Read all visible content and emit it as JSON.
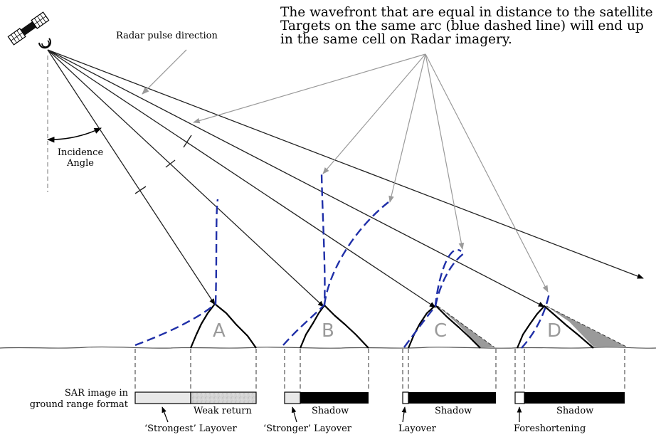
{
  "header": {
    "line1": "The wavefront that are equal in distance to the satellite",
    "line2": "Targets on the same arc (blue dashed line) will end up",
    "line3": "in the same cell on Radar imagery."
  },
  "labels": {
    "radar_pulse": "Radar pulse direction",
    "incidence_line1": "Incidence",
    "incidence_line2": "Angle",
    "sar_line1": "SAR image in",
    "sar_line2": "ground range format",
    "weak_return": "Weak return",
    "shadow": "Shadow",
    "strongest_layover": "‘Strongest’ Layover",
    "stronger_layover": "‘Stronger’ Layover",
    "layover": "Layover",
    "foreshortening": "Foreshortening"
  },
  "mountains": [
    "A",
    "B",
    "C",
    "D"
  ],
  "colors": {
    "arc": "#1f2fa8",
    "leader_arrow": "#999999",
    "shadow_fill": "#9a9a9a",
    "weak_return_fill": "#d9d9d9",
    "layover_fill": "#e8e8e8"
  },
  "icons": {
    "satellite": "satellite-icon"
  }
}
